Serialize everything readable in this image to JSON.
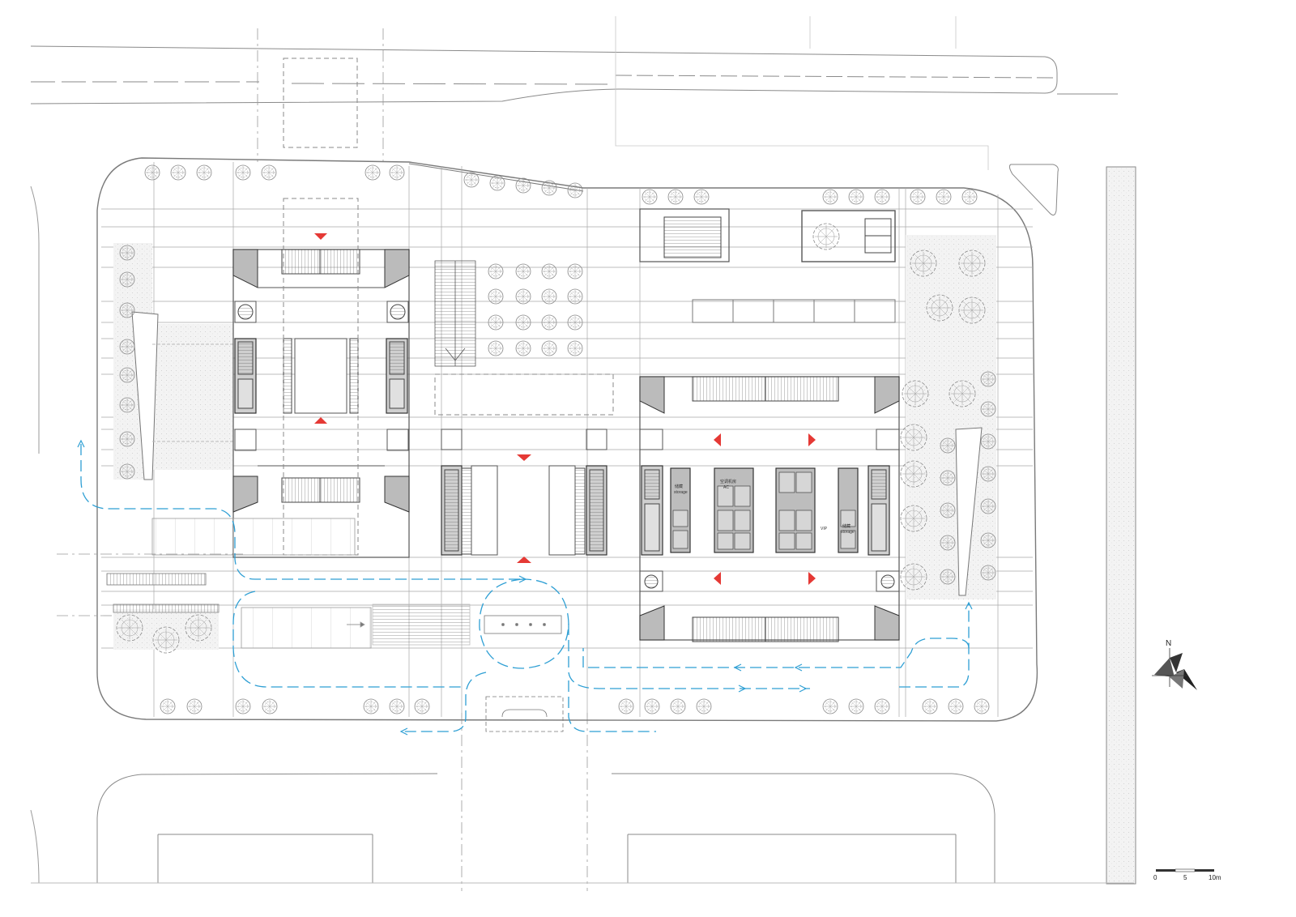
{
  "north_label": "N",
  "scale_bar": {
    "ticks": [
      "0",
      "5",
      "10m"
    ]
  },
  "room_labels": {
    "storage_left_cn": "储藏",
    "storage_left_en": "storage",
    "ac_cn": "空调机房",
    "ac_en": "AC",
    "vip": "VIP",
    "storage_right_cn": "储藏",
    "storage_right_en": "storage"
  },
  "colors": {
    "line": "#8a8a8a",
    "dark": "#3a3a3a",
    "arrow": "#e53935",
    "flow": "#2e9fd4",
    "hatch": "#e6e6e6"
  }
}
